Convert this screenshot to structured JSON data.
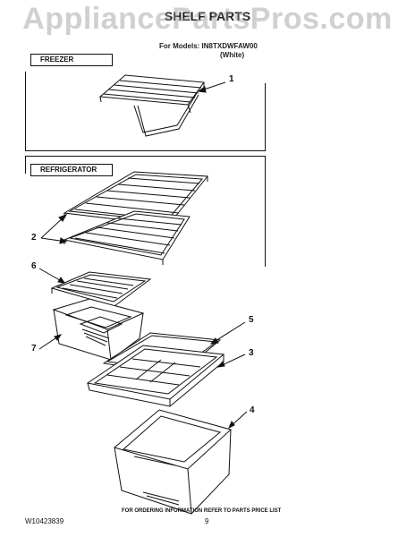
{
  "watermark": "AppliancePartsPros.com",
  "header": {
    "title": "SHELF PARTS",
    "model_line": "For Models: IN8TXDWFAW00",
    "color_line": "(White)"
  },
  "sections": {
    "freezer": "FREEZER",
    "refrigerator": "REFRIGERATOR"
  },
  "callouts": [
    "1",
    "2",
    "3",
    "4",
    "5",
    "6",
    "7"
  ],
  "footer": {
    "doc_number": "W10423839",
    "page_number": "9",
    "ordering_note": "FOR ORDERING INFORMATION REFER TO PARTS PRICE LIST"
  }
}
